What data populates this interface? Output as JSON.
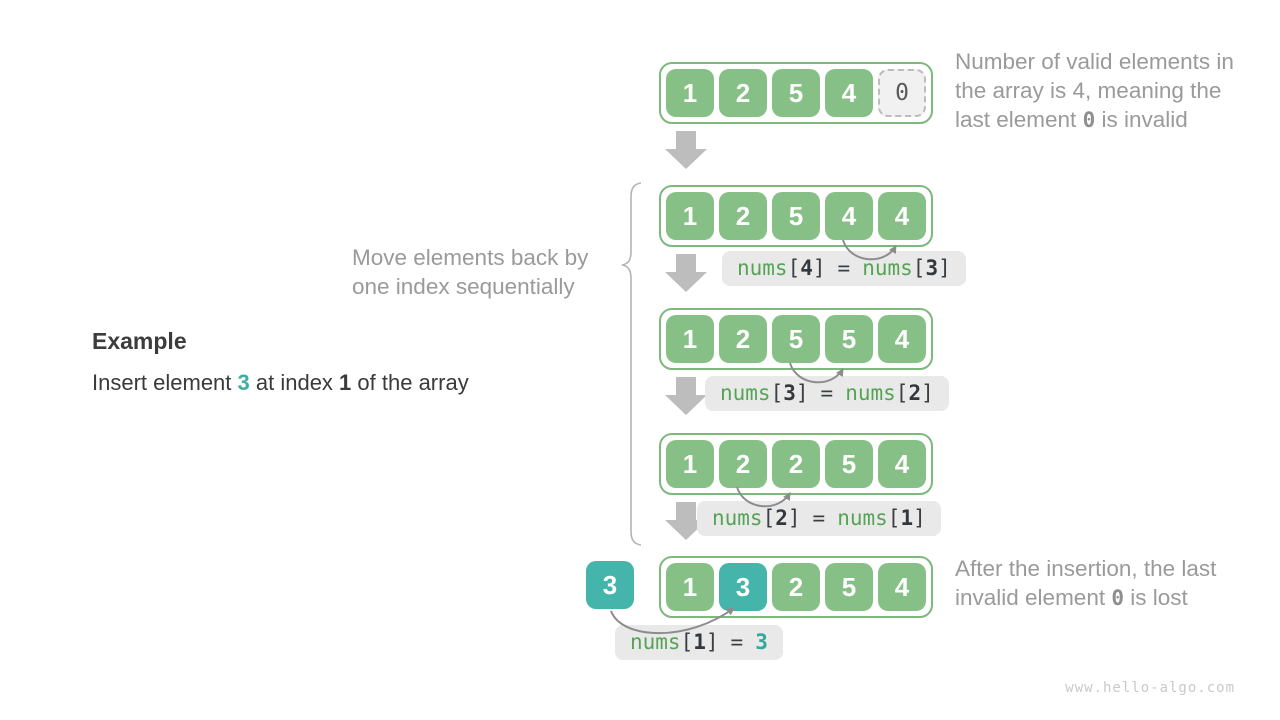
{
  "example": {
    "title": "Example",
    "pre": "Insert element ",
    "value": "3",
    "mid": " at index ",
    "index": "1",
    "post": " of the array"
  },
  "move_note": {
    "line1": "Move elements back by",
    "line2": "one index sequentially"
  },
  "notes": {
    "top": {
      "l1": "Number of valid elements in",
      "l2": "the array is 4, meaning the",
      "l3_pre": "last element ",
      "l3_code": "0",
      "l3_post": " is invalid"
    },
    "bottom": {
      "l1": "After the insertion, the last",
      "l2_pre": "invalid element ",
      "l2_code": "0",
      "l2_post": " is lost"
    }
  },
  "code_syntax": {
    "open": "[",
    "close": "]",
    "eq": "="
  },
  "rows": [
    {
      "cells": [
        {
          "v": "1"
        },
        {
          "v": "2"
        },
        {
          "v": "5"
        },
        {
          "v": "4"
        },
        {
          "v": "0",
          "state": "invalid"
        }
      ]
    },
    {
      "cells": [
        {
          "v": "1"
        },
        {
          "v": "2"
        },
        {
          "v": "5"
        },
        {
          "v": "4"
        },
        {
          "v": "4"
        }
      ],
      "label": {
        "lhs": "nums",
        "lidx": "4",
        "rhs": "nums",
        "ridx": "3"
      }
    },
    {
      "cells": [
        {
          "v": "1"
        },
        {
          "v": "2"
        },
        {
          "v": "5"
        },
        {
          "v": "5"
        },
        {
          "v": "4"
        }
      ],
      "label": {
        "lhs": "nums",
        "lidx": "3",
        "rhs": "nums",
        "ridx": "2"
      }
    },
    {
      "cells": [
        {
          "v": "1"
        },
        {
          "v": "2"
        },
        {
          "v": "2"
        },
        {
          "v": "5"
        },
        {
          "v": "4"
        }
      ],
      "label": {
        "lhs": "nums",
        "lidx": "2",
        "rhs": "nums",
        "ridx": "1"
      }
    },
    {
      "inserted": "3",
      "cells": [
        {
          "v": "1"
        },
        {
          "v": "3",
          "state": "inserted"
        },
        {
          "v": "2"
        },
        {
          "v": "5"
        },
        {
          "v": "4"
        }
      ],
      "label": {
        "lhs": "nums",
        "lidx": "1",
        "value": "3"
      }
    }
  ],
  "colors": {
    "cell_green": "#87c087",
    "cell_teal": "#45b5ab",
    "array_border": "#7db87d",
    "code_green": "#55a455",
    "code_dark": "#3a3f44",
    "label_bg": "#e9e9e9",
    "note_gray": "#9a9a9a",
    "block_arrow_gray": "#bdbdbd",
    "curve_arrow_gray": "#8c8c8c"
  },
  "watermark": "www.hello-algo.com"
}
